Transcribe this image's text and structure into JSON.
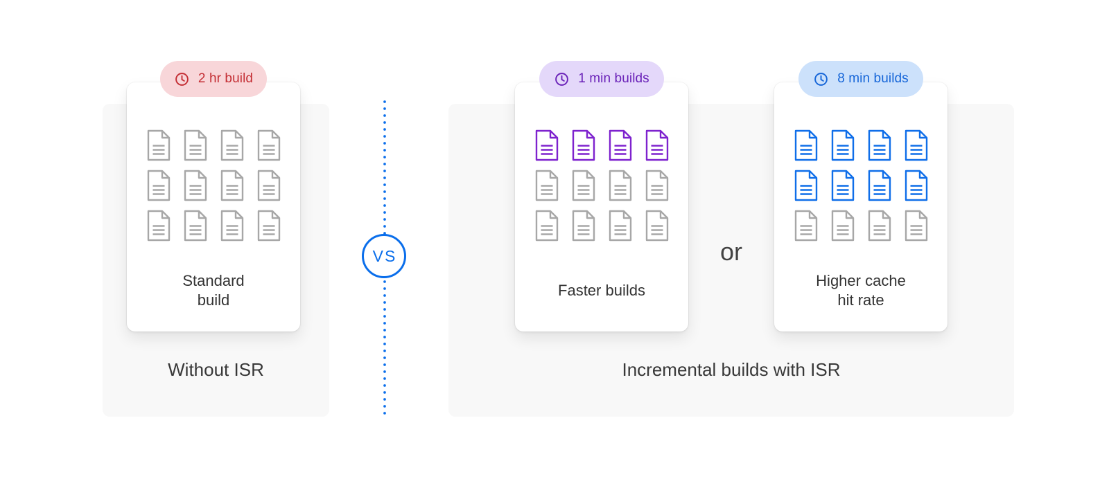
{
  "vs_label": "VS",
  "or_label": "or",
  "left": {
    "badge": "2 hr build",
    "label_line1": "Standard",
    "label_line2": "build",
    "caption": "Without ISR",
    "doc_rows": [
      "gray",
      "gray",
      "gray"
    ]
  },
  "right": {
    "caption": "Incremental builds with ISR",
    "card_faster": {
      "badge": "1 min builds",
      "label_line1": "Faster builds",
      "doc_rows": [
        "purple",
        "gray",
        "gray"
      ]
    },
    "card_cache": {
      "badge": "8 min builds",
      "label_line1": "Higher cache",
      "label_line2": "hit rate",
      "doc_rows": [
        "blue",
        "blue",
        "gray"
      ]
    }
  },
  "colors": {
    "accent_blue": "#0a6eeb",
    "panel_bg": "#f8f8f8",
    "badge_red_bg": "#f8d6d9",
    "badge_red_fg": "#c42f35",
    "badge_purple_bg": "#e4d8fa",
    "badge_purple_fg": "#6a22b8",
    "badge_blue_bg": "#cce1fb",
    "badge_blue_fg": "#1565d8",
    "doc_gray": "#a7a7a7",
    "doc_purple": "#7e22ce",
    "doc_blue": "#0f6ee9"
  }
}
